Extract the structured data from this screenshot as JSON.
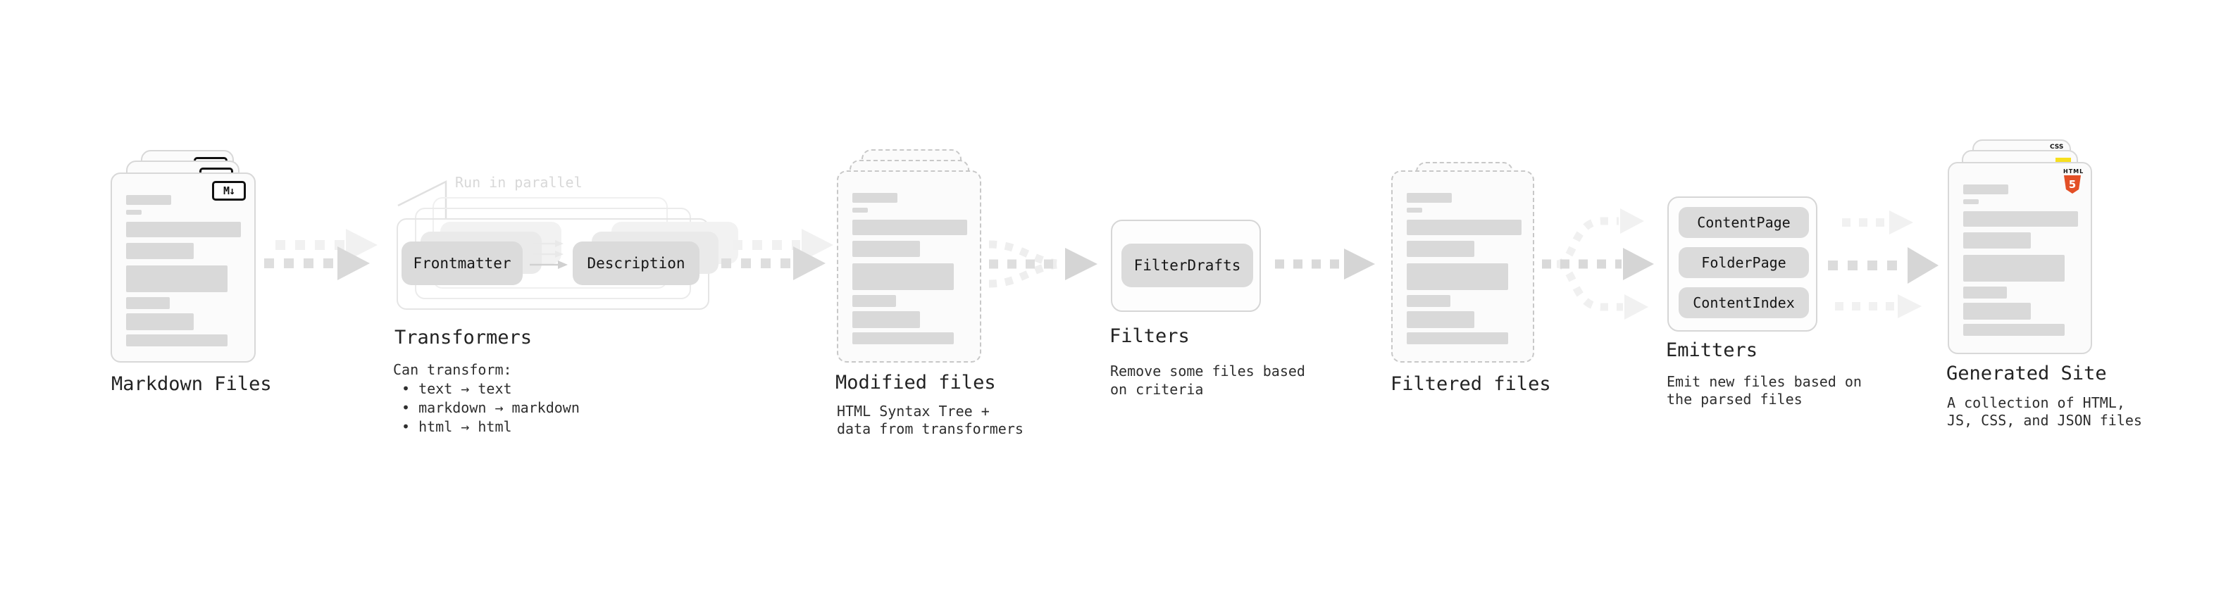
{
  "diagram": {
    "stages": {
      "markdown": {
        "label": "Markdown Files",
        "badge": "M↓"
      },
      "transformers": {
        "label": "Transformers",
        "parallel_note": "Run in parallel",
        "pills": [
          "Frontmatter",
          "Description"
        ],
        "notes": [
          "Can transform:",
          "• text → text",
          "• markdown → markdown",
          "• html → html"
        ]
      },
      "modified": {
        "label": "Modified files",
        "description": [
          "HTML Syntax Tree +",
          "data from transformers"
        ]
      },
      "filters": {
        "label": "Filters",
        "pill": "FilterDrafts",
        "description": [
          "Remove some files based",
          "on criteria"
        ]
      },
      "filtered": {
        "label": "Filtered files"
      },
      "emitters": {
        "label": "Emitters",
        "pills": [
          "ContentPage",
          "FolderPage",
          "ContentIndex"
        ],
        "description": [
          "Emit new files based on",
          "the parsed files"
        ]
      },
      "generated": {
        "label": "Generated Site",
        "description": [
          "A collection of HTML,",
          "JS, CSS, and JSON files"
        ],
        "badges": {
          "css": "CSS",
          "html_word": "HTML",
          "html_num": "5"
        }
      }
    },
    "colors": {
      "html5_orange": "#e34f26",
      "js_yellow": "#f7df1e",
      "css_blue": "#2965f1"
    }
  }
}
